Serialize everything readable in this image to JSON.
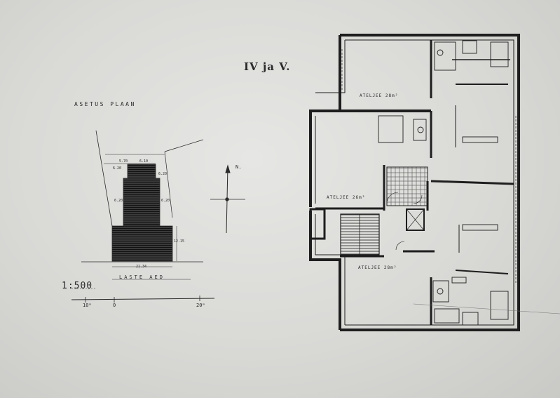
{
  "sheet": {
    "floor_title": "IV ja V.",
    "site_plan_title": "ASETUS PLAAN",
    "scale_label": "1:500",
    "street_name": "LASTE AED",
    "scale_ticks": [
      "10ᵐ",
      "0",
      "20ᵐ"
    ]
  },
  "site_plan": {
    "dimensions": [
      "5.70",
      "6.10",
      "6.20",
      "6.20",
      "6.20",
      "6.20",
      "12.15",
      "21.34"
    ],
    "north_label": "N."
  },
  "floor_plan": {
    "rooms": [
      "ATELJEE 28m²",
      "ATELJEE 26m²",
      "ATELJEE 28m²"
    ]
  },
  "colors": {
    "ink": "#1e1e1e",
    "paper": "#e1e1df"
  }
}
